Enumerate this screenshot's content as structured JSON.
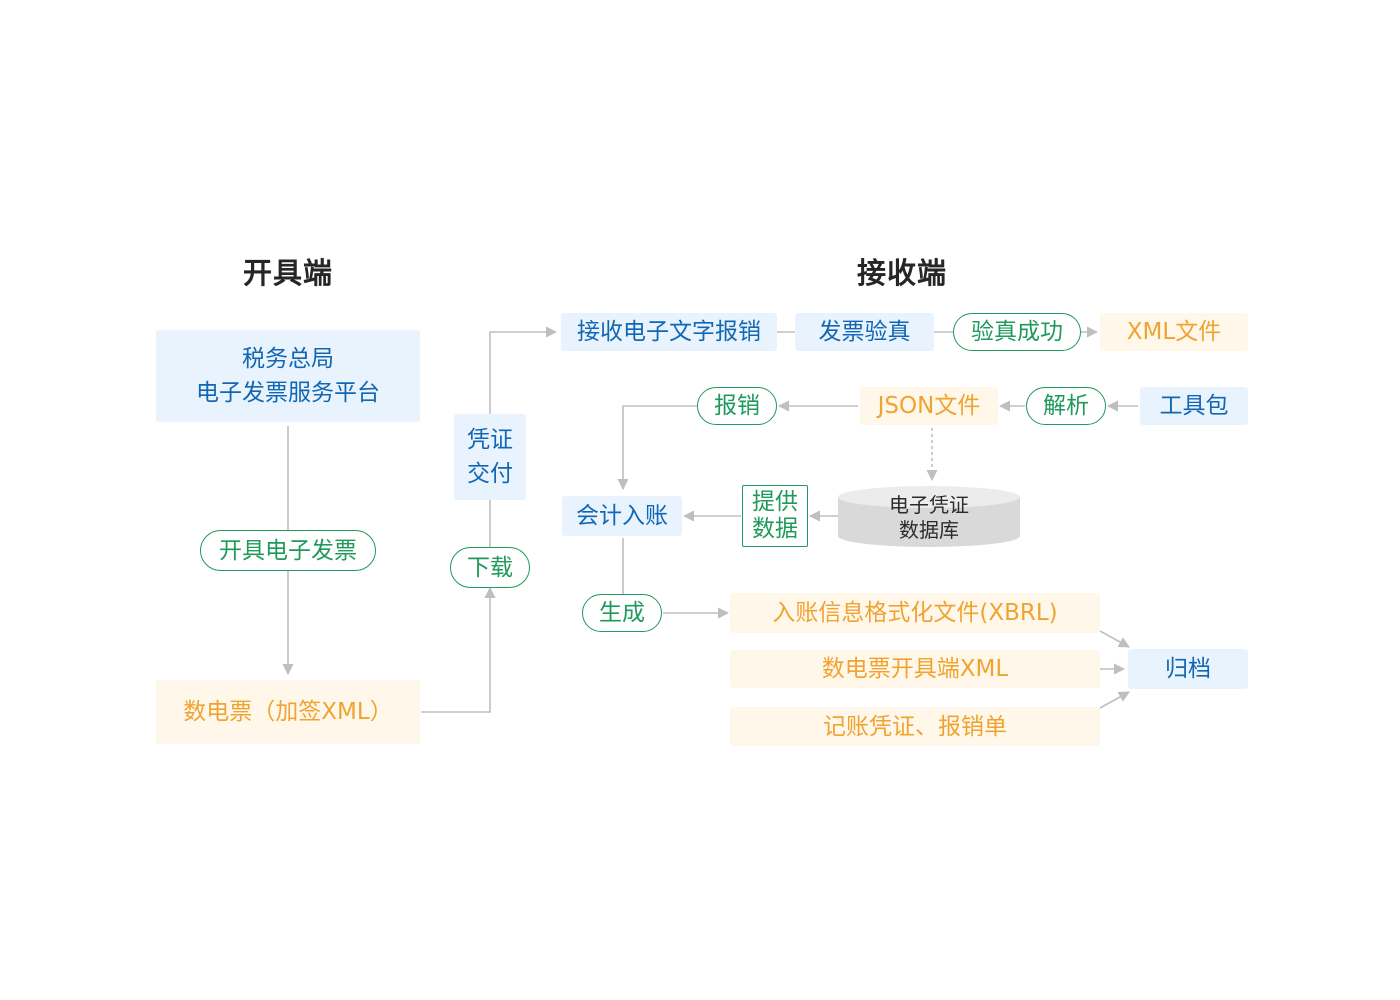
{
  "headings": {
    "issuer": "开具端",
    "receiver": "接收端"
  },
  "issuer": {
    "platform": "税务总局\n电子发票服务平台",
    "issue_invoice": "开具电子发票",
    "digital_invoice": "数电票（加签XML）"
  },
  "transfer": {
    "voucher_delivery": "凭证\n交付",
    "download": "下载"
  },
  "receiver": {
    "receive_reimburse": "接收电子文字报销",
    "invoice_verify": "发票验真",
    "verify_success": "验真成功",
    "xml_file": "XML文件",
    "reimburse": "报销",
    "json_file": "JSON文件",
    "parse": "解析",
    "toolkit": "工具包",
    "accounting": "会计入账",
    "provide_data": "提供\n数据",
    "database": "电子凭证\n数据库",
    "generate": "生成",
    "xbrl_file": "入账信息格式化文件(XBRL)",
    "issuer_xml": "数电票开具端XML",
    "voucher_forms": "记账凭证、报销单",
    "archive": "归档"
  },
  "colors": {
    "blue_fill": "#e8f3fd",
    "blue_text": "#1267b4",
    "orange_fill": "#fff8ea",
    "orange_text": "#f0a330",
    "green": "#1e9a5b",
    "connector": "#bfbfbf",
    "database_fill": "#d9d9d9"
  }
}
